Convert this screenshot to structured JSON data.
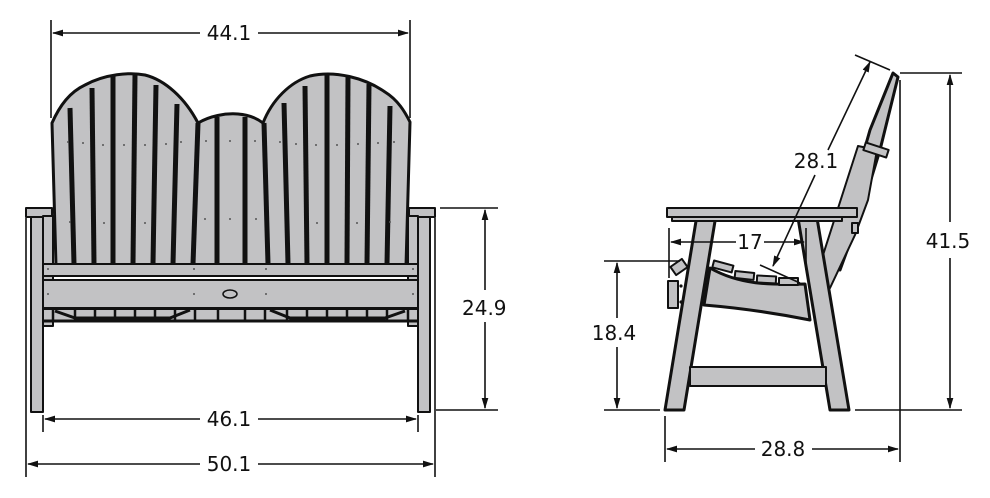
{
  "drawing": {
    "subject": "Two-seat Adirondack-style garden bench",
    "units_implied": "inches",
    "fill_color": "#c2c2c4",
    "line_color": "#111111",
    "background": "#ffffff"
  },
  "front_view": {
    "dimensions": {
      "backrest_width": "44.1",
      "seat_height_arm": "24.9",
      "inner_leg_width": "46.1",
      "overall_width": "50.1"
    }
  },
  "side_view": {
    "dimensions": {
      "backrest_length": "28.1",
      "seat_depth": "17",
      "seat_height": "18.4",
      "overall_height": "41.5",
      "overall_depth": "28.8"
    }
  }
}
